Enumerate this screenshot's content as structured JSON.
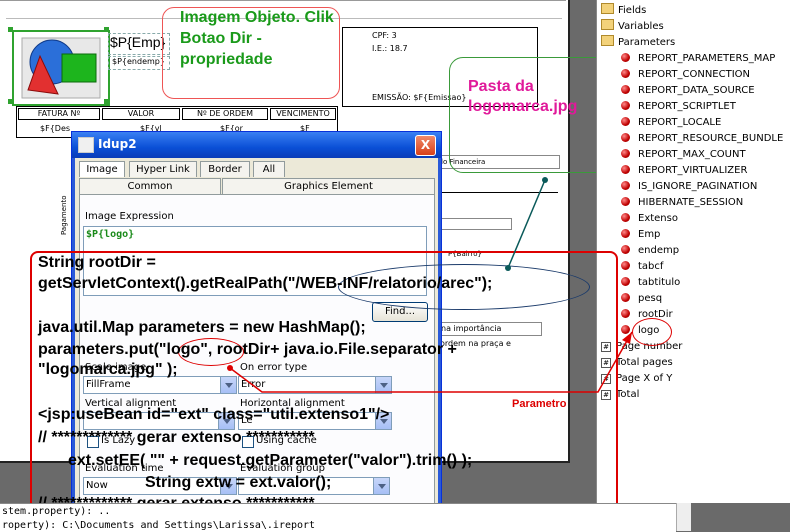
{
  "report": {
    "emp_field": "$P{Emp}",
    "endemp_field": "$P{endemp}",
    "cpf": "CPF: 3",
    "ie": "I.E.: 18.7",
    "emissao": "EMISSÃO: $F{Emissao}",
    "headers": [
      "FATURA Nº",
      "VALOR",
      "Nº DE ORDEM",
      "VENCIMENTO"
    ],
    "row_fields": [
      "$F{Des",
      "$F{vl",
      "$F{or",
      "$F"
    ],
    "side_label": "Pagamento",
    "snippet_financeira": "lo Financeira",
    "snippet_importancia": "na importância",
    "snippet_ordem": "ordem na praça e",
    "snippet_bairro": "P{Bairro}"
  },
  "annotations": {
    "image_note": "Imagem Objeto. Clik Botao Dir - propriedade",
    "folder_note": "Pasta da logomarca.jpg",
    "parametro_label": "Parametro"
  },
  "dialog": {
    "title": "Idup2",
    "close": "X",
    "tabs_row1": [
      "Image",
      "Hyper Link",
      "Border",
      "All"
    ],
    "tabs_row2": [
      "Common",
      "Graphics Element"
    ],
    "image_expression_label": "Image Expression",
    "image_expression_value": "$P{logo}",
    "find_button": "Find...",
    "scale_image_label": "Scale image",
    "scale_image_value": "FillFrame",
    "on_error_label": "On error type",
    "on_error_value": "Error",
    "vertical_alignment_label": "Vertical alignment",
    "horizontal_alignment_label": "Horizontal alignment",
    "horizontal_alignment_value": "Le",
    "is_lazy": "Is Lazy",
    "using_cache": "Using cache",
    "evaluation_time_label": "Evaluation time",
    "evaluation_time_value": "Now",
    "evaluation_group_label": "Evaluation group"
  },
  "code": {
    "line1": "String rootDir =",
    "line2": "getServletContext().getRealPath(\"/WEB-INF/relatorio/arec\");",
    "line3": "java.util.Map parameters = new HashMap();",
    "line4": "parameters.put(\"logo\", rootDir+ java.io.File.separator +",
    "line5": "\"logomarca.jpg\" );",
    "line6": "<jsp:useBean id=\"ext\" class=\"util.extenso1\"/>",
    "line7": "// *************   gerar extenso  ***********",
    "line8": "ext.setEE( \"\" + request.getParameter(\"valor\").trim() );",
    "line9": "String extw = ext.valor();",
    "line10": "// *************   gerar extenso  ***********"
  },
  "tree": {
    "folders": [
      "Fields",
      "Variables",
      "Parameters"
    ],
    "parameters": [
      "REPORT_PARAMETERS_MAP",
      "REPORT_CONNECTION",
      "REPORT_DATA_SOURCE",
      "REPORT_SCRIPTLET",
      "REPORT_LOCALE",
      "REPORT_RESOURCE_BUNDLE",
      "REPORT_MAX_COUNT",
      "REPORT_VIRTUALIZER",
      "IS_IGNORE_PAGINATION",
      "HIBERNATE_SESSION",
      "Extenso",
      "Emp",
      "endemp",
      "tabcf",
      "tabtitulo",
      "pesq",
      "rootDir",
      "logo"
    ],
    "variables": [
      "Page number",
      "Total pages",
      "Page X of Y",
      "Total"
    ]
  },
  "console": {
    "line1": "stem.property): ..",
    "line2": "roperty): C:\\Documents and Settings\\Larissa\\.ireport"
  },
  "colors": {
    "annotation_green": "#1a9a1a",
    "annotation_magenta": "#e0199a",
    "annotation_red": "#dd0000",
    "xp_blue": "#0a4fd6"
  }
}
